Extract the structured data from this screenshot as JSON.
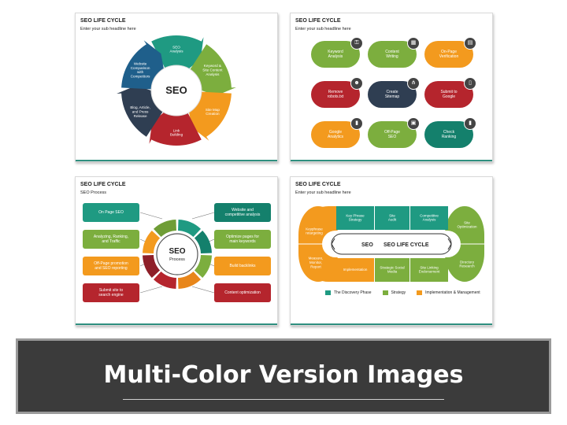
{
  "colors": {
    "teal": "#1f9a82",
    "green": "#7cae3e",
    "orange": "#f39a1e",
    "darkred": "#b5252d",
    "navy": "#2f3e52",
    "darkteal": "#14806c",
    "blue": "#1f5f8b"
  },
  "slide1": {
    "title": "SEO LIFE CYCLE",
    "subtitle": "Enter your sub headline here",
    "center": "SEO",
    "segments": [
      {
        "label": "SEO\nAnalysis"
      },
      {
        "label": "Keyword &\nSite Content\nAnalysis"
      },
      {
        "label": "Site Map\nCreation"
      },
      {
        "label": "Link\nBuilding"
      },
      {
        "label": "Blog, Article,\nand Press\nRelease"
      },
      {
        "label": "Website\nComparison\nwith\nCompetitors"
      }
    ]
  },
  "slide2": {
    "title": "SEO LIFE CYCLE",
    "subtitle": "Enter your sub headline here",
    "pills": [
      {
        "label": "Keyword\nAnalysis",
        "icon": "key-icon",
        "glyph": "⚿"
      },
      {
        "label": "Content\nWriting",
        "icon": "grid-icon",
        "glyph": "▦"
      },
      {
        "label": "On-Page\nVerification",
        "icon": "document-icon",
        "glyph": "▤"
      },
      {
        "label": "Remove\nrobots.txt",
        "icon": "robot-icon",
        "glyph": "☻"
      },
      {
        "label": "Create\nSitemap",
        "icon": "sitemap-icon",
        "glyph": "⋔"
      },
      {
        "label": "Submit to\nGoogle",
        "icon": "file-icon",
        "glyph": "▯"
      },
      {
        "label": "Google\nAnalytics",
        "icon": "bar-chart-icon",
        "glyph": "▮"
      },
      {
        "label": "Off-Page\nSEO",
        "icon": "monitor-icon",
        "glyph": "▣"
      },
      {
        "label": "Check\nRanking",
        "icon": "rank-chart-icon",
        "glyph": "▮"
      }
    ]
  },
  "slide3": {
    "title": "SEO LIFE CYCLE",
    "subtitle": "SEO Process",
    "center_title": "SEO",
    "center_sub": "Process",
    "left": [
      {
        "label": "On Page SEO"
      },
      {
        "label": "Analyzing, Ranking,\nand Traffic"
      },
      {
        "label": "Off-Page promotion\nand SEO reporting"
      },
      {
        "label": "Submit site to\nsearch engine"
      }
    ],
    "right": [
      {
        "label": "Website and\ncompetitive analysis"
      },
      {
        "label": "Optimize pages for\nmain keywords"
      },
      {
        "label": "Build backlinks"
      },
      {
        "label": "Content optimization"
      }
    ]
  },
  "slide4": {
    "title": "SEO LIFE CYCLE",
    "subtitle": "Enter your sub headline here",
    "center": "SEO LIFE CYCLE",
    "logo": "SEO",
    "top": [
      "Key Phrase\nStrategy",
      "Site\nAudit",
      "Competitive\nAnalysis"
    ],
    "bottom": [
      "Implementation",
      "Strategic Social\nMedia",
      "Site Linking\nEndorsement"
    ],
    "left_top": "Keyphrase\nretargeting",
    "left_bottom": "Measure,\nMonitor,\nReport",
    "right_top": "Site\nOptimization",
    "right_bottom": "Directory\nResearch",
    "legend": [
      {
        "label": "The Discovery Phase",
        "color": "#1f9a82"
      },
      {
        "label": "Strategy",
        "color": "#7cae3e"
      },
      {
        "label": "Implementation & Management",
        "color": "#f39a1e"
      }
    ]
  },
  "banner": {
    "title": "Multi-Color Version Images"
  }
}
